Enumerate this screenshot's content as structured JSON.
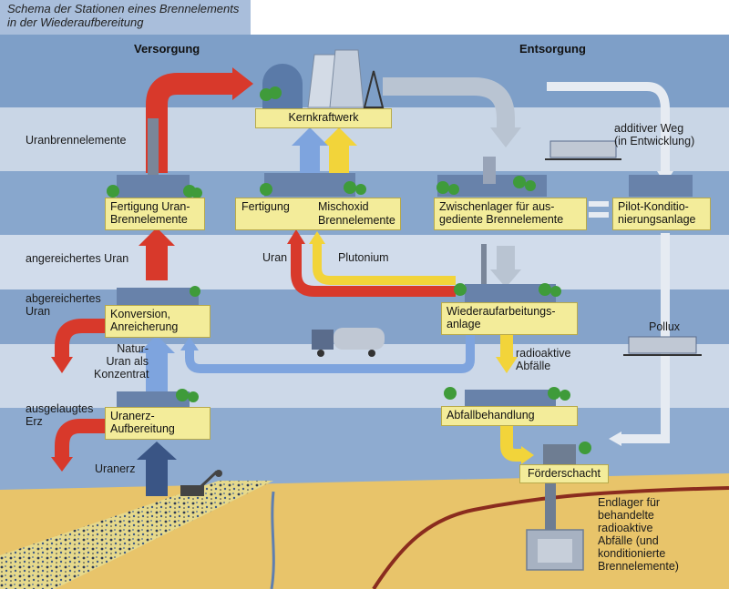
{
  "title": {
    "line1": "Schema der Stationen eines Brennelements",
    "line2": "in der Wiederaufbereitung"
  },
  "sections": {
    "left": "Versorgung",
    "right": "Entsorgung"
  },
  "stations": {
    "kernkraftwerk": "Kernkraftwerk",
    "fertigung_uran": [
      "Fertigung Uran-",
      "Brennelemente"
    ],
    "fertigung_mox": [
      "Fertigung",
      "Mischoxid",
      "Brennelemente"
    ],
    "zwischenlager": [
      "Zwischenlager für aus-",
      "gediente Brennelemente"
    ],
    "pilot": [
      "Pilot-Konditio-",
      "nierungsanlage"
    ],
    "konversion": [
      "Konversion,",
      "Anreicherung"
    ],
    "wiederaufarbeitung": [
      "Wiederaufarbeitungs-",
      "anlage"
    ],
    "uranerz": [
      "Uranerz-",
      "Aufbereitung"
    ],
    "abfallbehandlung": "Abfallbehandlung",
    "foerderschacht": "Förderschacht"
  },
  "labels": {
    "uranbrennelemente": "Uranbrennelemente",
    "angereichertes_uran": "angereichertes Uran",
    "abgereichertes_uran": [
      "abgereichertes",
      "Uran"
    ],
    "natururan": [
      "Natur-",
      "Uran als",
      "Konzentrat"
    ],
    "ausgelaugtes_erz": [
      "ausgelaugtes",
      "Erz"
    ],
    "uranerz": "Uranerz",
    "uran": "Uran",
    "plutonium": "Plutonium",
    "additiver_weg": [
      "additiver Weg",
      "(in Entwicklung)"
    ],
    "pollux": "Pollux",
    "radioaktive_abfaelle": [
      "radioaktive",
      "Abfälle"
    ],
    "endlager": [
      "Endlager für",
      "behandelte",
      "radioaktive",
      "Abfälle (und",
      "konditionierte",
      "Brennelemente)"
    ]
  },
  "colors": {
    "sky_dark": "#7e9fc8",
    "sky_light": "#c9d6e6",
    "ground": "#e8c46a",
    "red_arrow": "#d8392b",
    "blue_arrow": "#7ea4de",
    "yellow_arrow": "#f2d43a",
    "gray_arrow": "#b9c4d2",
    "label_box": "#f3ec9a"
  }
}
